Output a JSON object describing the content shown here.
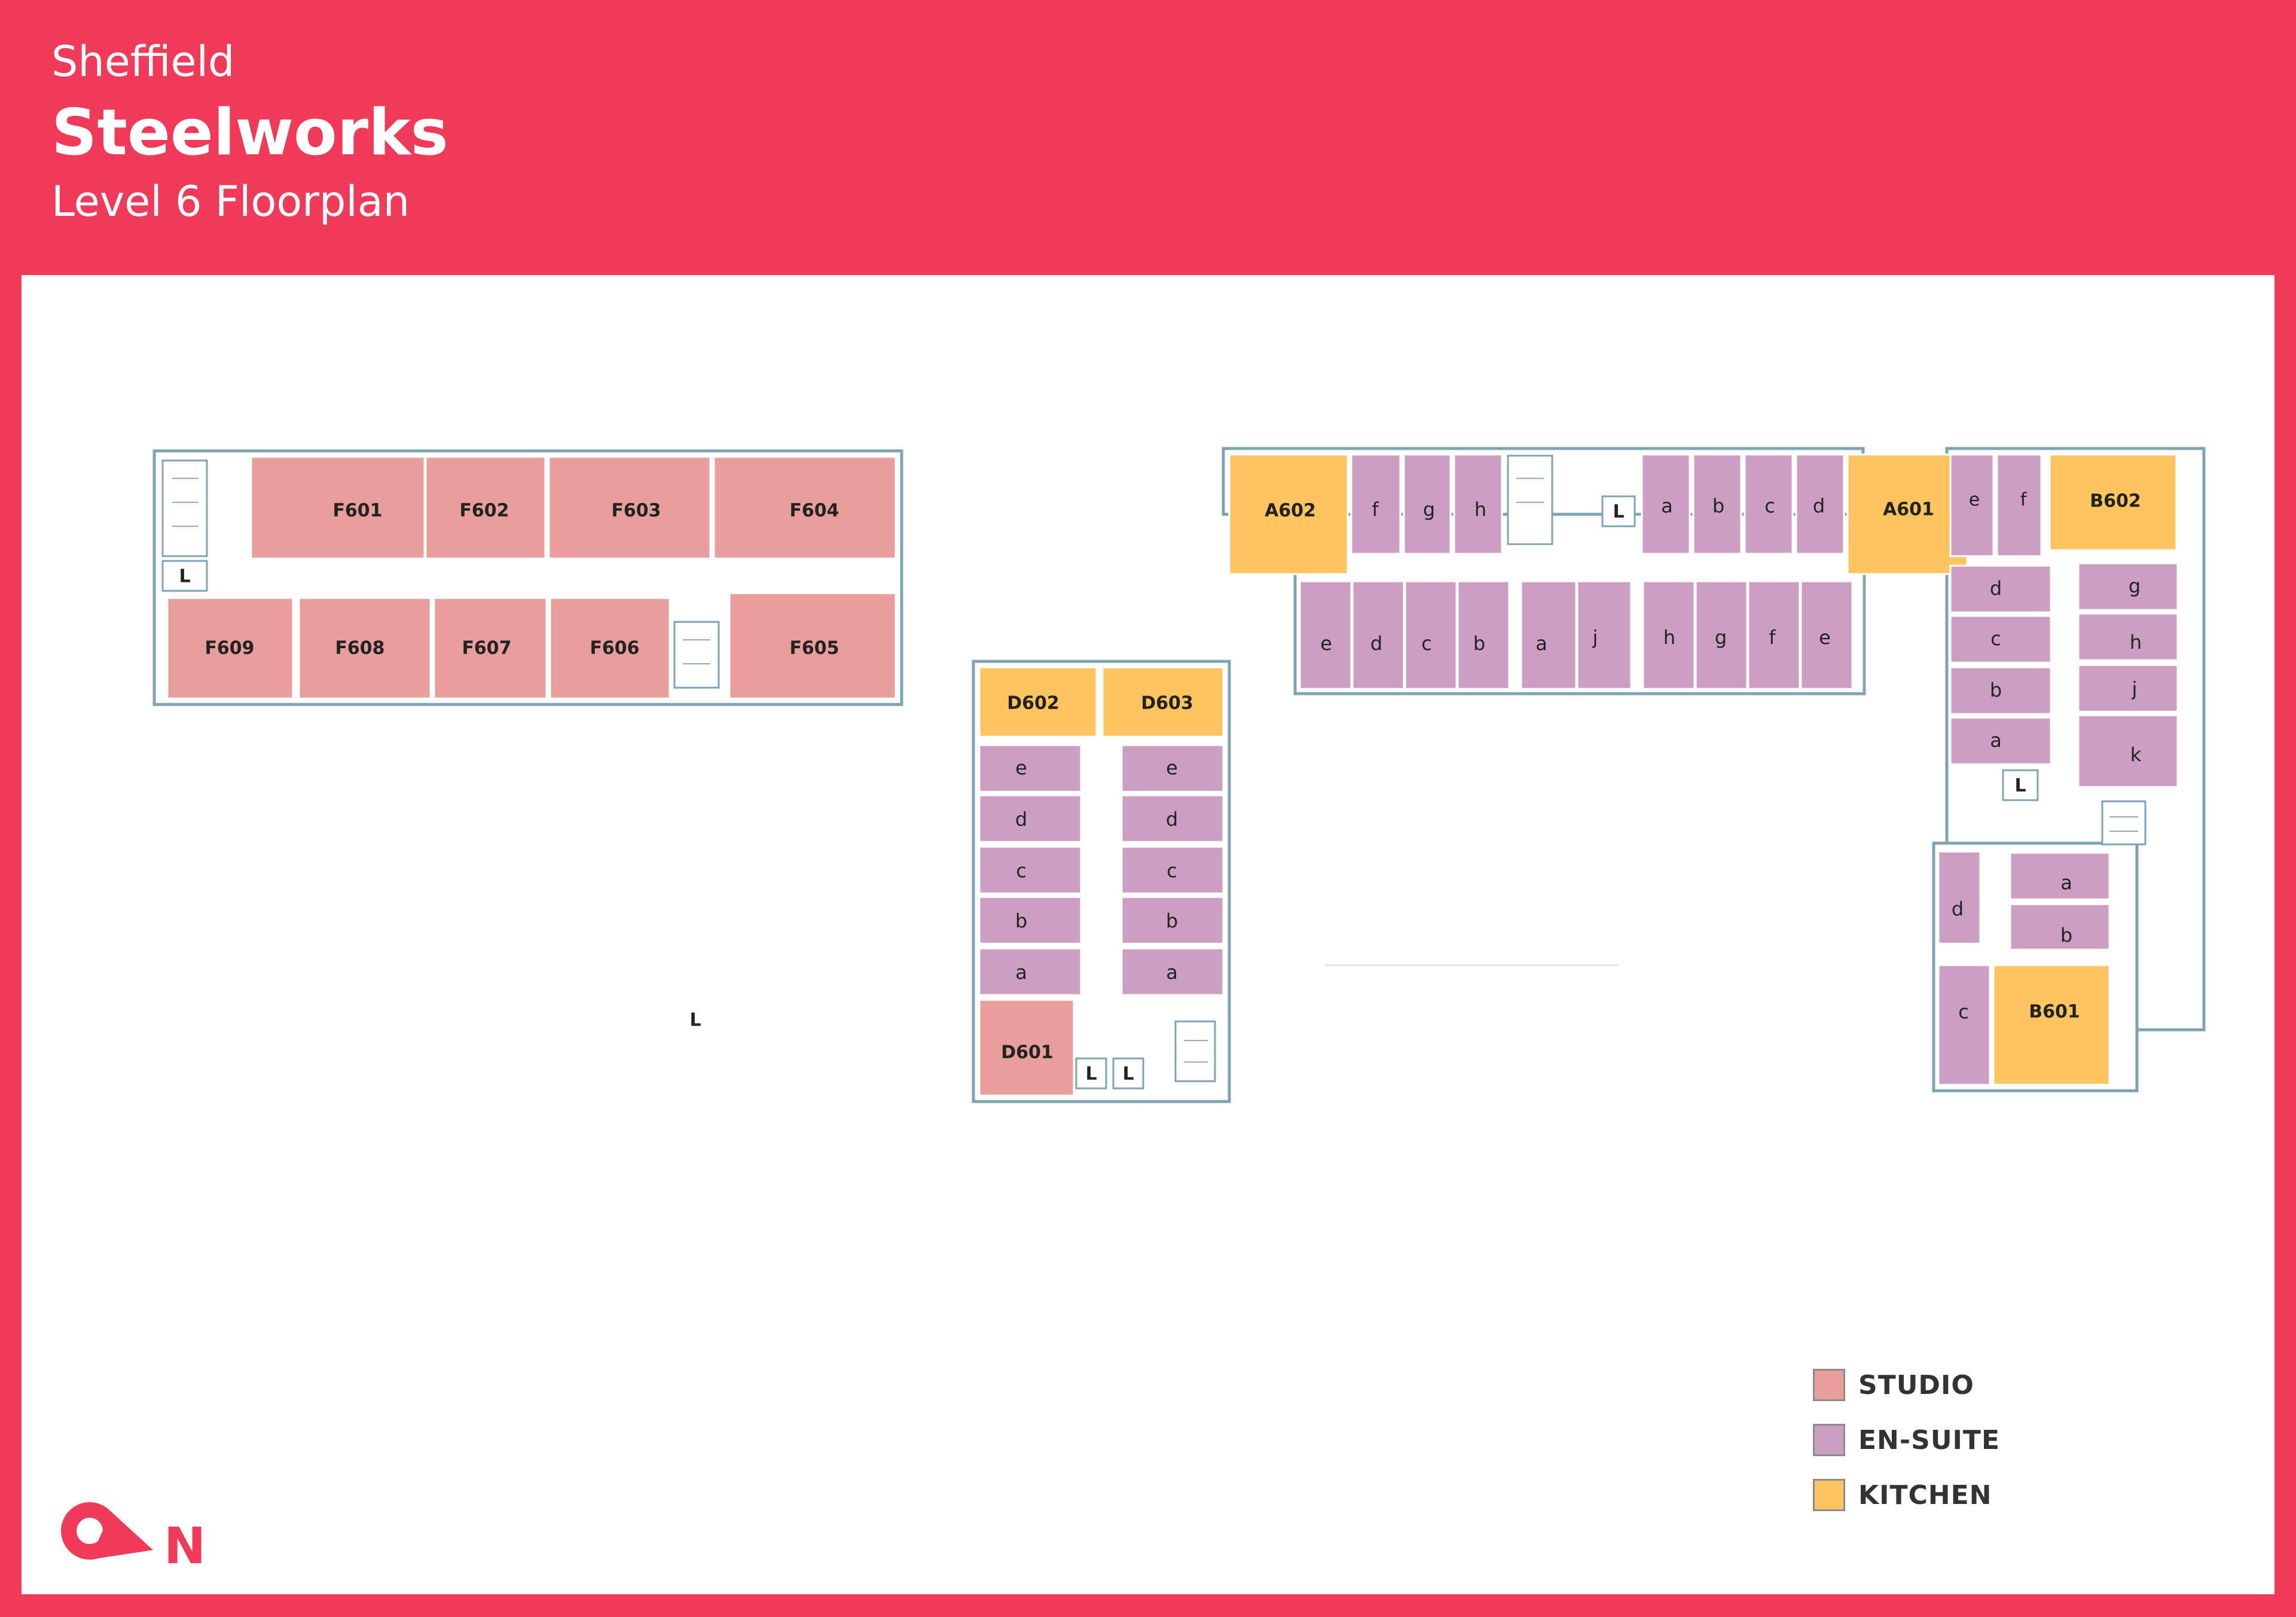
{
  "header": {
    "city": "Sheffield",
    "building": "Steelworks",
    "level": "Level 6 Floorplan"
  },
  "colors": {
    "accent": "#ef3a5a",
    "studio": "#e89e9b",
    "ensuite": "#cc9fc2",
    "kitchen": "#fec45f",
    "wall": "#7fa3b3"
  },
  "legend": [
    {
      "label": "STUDIO",
      "type": "studio"
    },
    {
      "label": "EN-SUITE",
      "type": "ensuite"
    },
    {
      "label": "KITCHEN",
      "type": "kitchen"
    }
  ],
  "north_label": "N",
  "lift_label": "L",
  "rooms": {
    "wing_f": [
      "F601",
      "F602",
      "F603",
      "F604",
      "F609",
      "F608",
      "F607",
      "F606",
      "F605"
    ],
    "wing_d": [
      "D602",
      "D603",
      "e",
      "d",
      "c",
      "b",
      "a",
      "e",
      "d",
      "c",
      "b",
      "a",
      "D601"
    ],
    "wing_a_top": [
      "A602",
      "f",
      "g",
      "h",
      "a",
      "b",
      "c",
      "d",
      "A601"
    ],
    "wing_a_bottom": [
      "e",
      "d",
      "c",
      "b",
      "a",
      "j",
      "h",
      "g",
      "f",
      "e"
    ],
    "wing_b": [
      "e",
      "f",
      "B602",
      "d",
      "c",
      "b",
      "a",
      "g",
      "h",
      "j",
      "k",
      "d",
      "c",
      "a",
      "b",
      "B601"
    ]
  }
}
